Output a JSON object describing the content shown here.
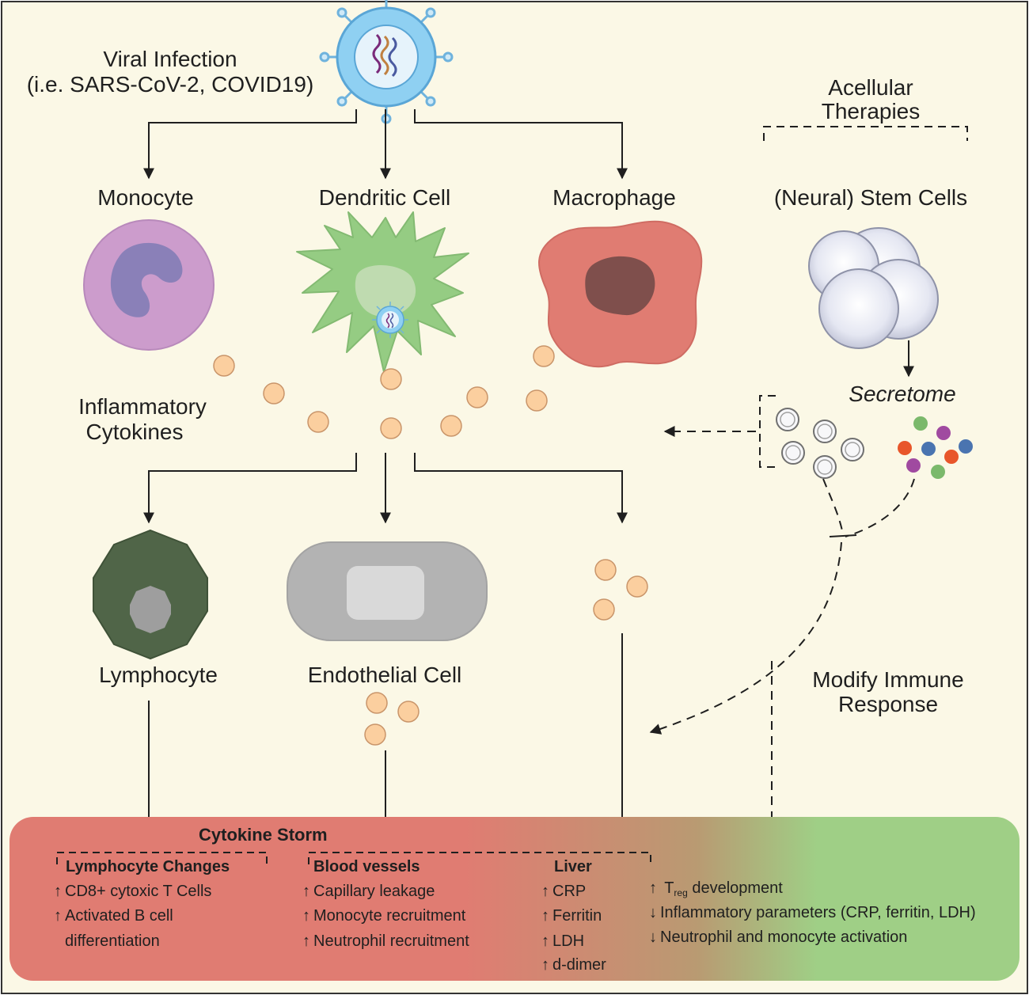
{
  "virus": {
    "label_line1": "Viral Infection",
    "label_line2": "(i.e. SARS-CoV-2, COVID19)"
  },
  "cells": {
    "monocyte": "Monocyte",
    "dendritic": "Dendritic Cell",
    "macrophage": "Macrophage",
    "stem_cells": "(Neural) Stem Cells",
    "lymphocyte": "Lymphocyte",
    "endothelial": "Endothelial Cell"
  },
  "cytokines": {
    "line1": "Inflammatory",
    "line2": "Cytokines"
  },
  "acellular": {
    "line1": "Acellular",
    "line2": "Therapies"
  },
  "secretome": "Secretome",
  "modify": {
    "line1": "Modify Immune",
    "line2": "Response"
  },
  "storm": {
    "title": "Cytokine Storm",
    "lymphocyte_title": "Lymphocyte Changes",
    "lymphocyte_items": [
      "CD8+ cytoxic T Cells",
      "Activated B cell",
      "differentiation"
    ],
    "blood_title": "Blood vessels",
    "blood_items": [
      "Capillary leakage",
      "Monocyte recruitment",
      "Neutrophil recruitment"
    ],
    "liver_title": "Liver",
    "liver_items": [
      "CRP",
      "Ferritin",
      "LDH",
      "d-dimer"
    ],
    "therapy_items": {
      "treg_main": "T",
      "treg_sub": "reg",
      "treg_rest": " development",
      "inflammatory": "Inflammatory parameters (CRP, ferritin, LDH)",
      "neutrophil": "Neutrophil and monocyte activation"
    }
  },
  "colors": {
    "background": "#fbf8e6",
    "monocyte": "#cc9ccc",
    "monocyte_nucleus": "#8a80b8",
    "dendritic": "#95cc83",
    "dendritic_nucleus": "#b9d7a8",
    "macrophage": "#e07c72",
    "macrophage_nucleus": "#7f4f4c",
    "lymphocyte": "#506548",
    "lymphocyte_nucleus": "#9e9e9e",
    "endothelial": "#b3b3b3",
    "endothelial_nucleus": "#d9d9d9",
    "cytokine": "#fbcf9f",
    "storm_red": "#e07c72",
    "storm_green": "#9fcf86"
  }
}
